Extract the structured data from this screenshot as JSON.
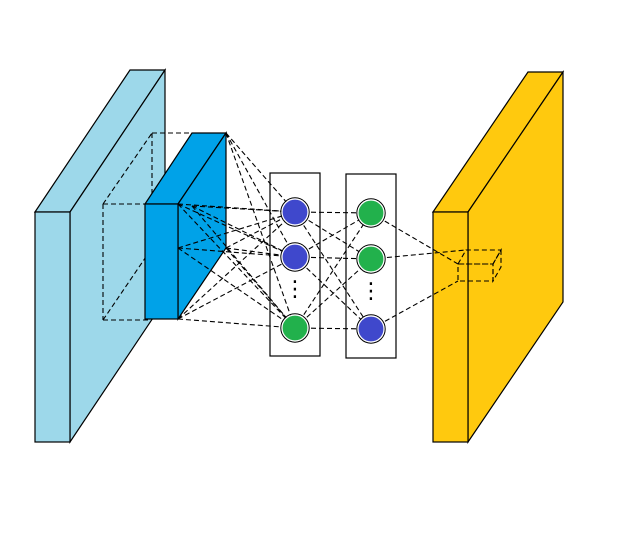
{
  "colors": {
    "input_block": "#9dd8ea",
    "feature_block": "#00a2e8",
    "node_blue": "#3f48cc",
    "node_green": "#22b14c",
    "output_block": "#ffc90e",
    "line": "#000000",
    "background": "#ffffff"
  },
  "layers": {
    "hidden1": [
      "blue",
      "blue",
      "green"
    ],
    "hidden2": [
      "green",
      "green",
      "blue"
    ]
  },
  "ellipsis": "⋮"
}
